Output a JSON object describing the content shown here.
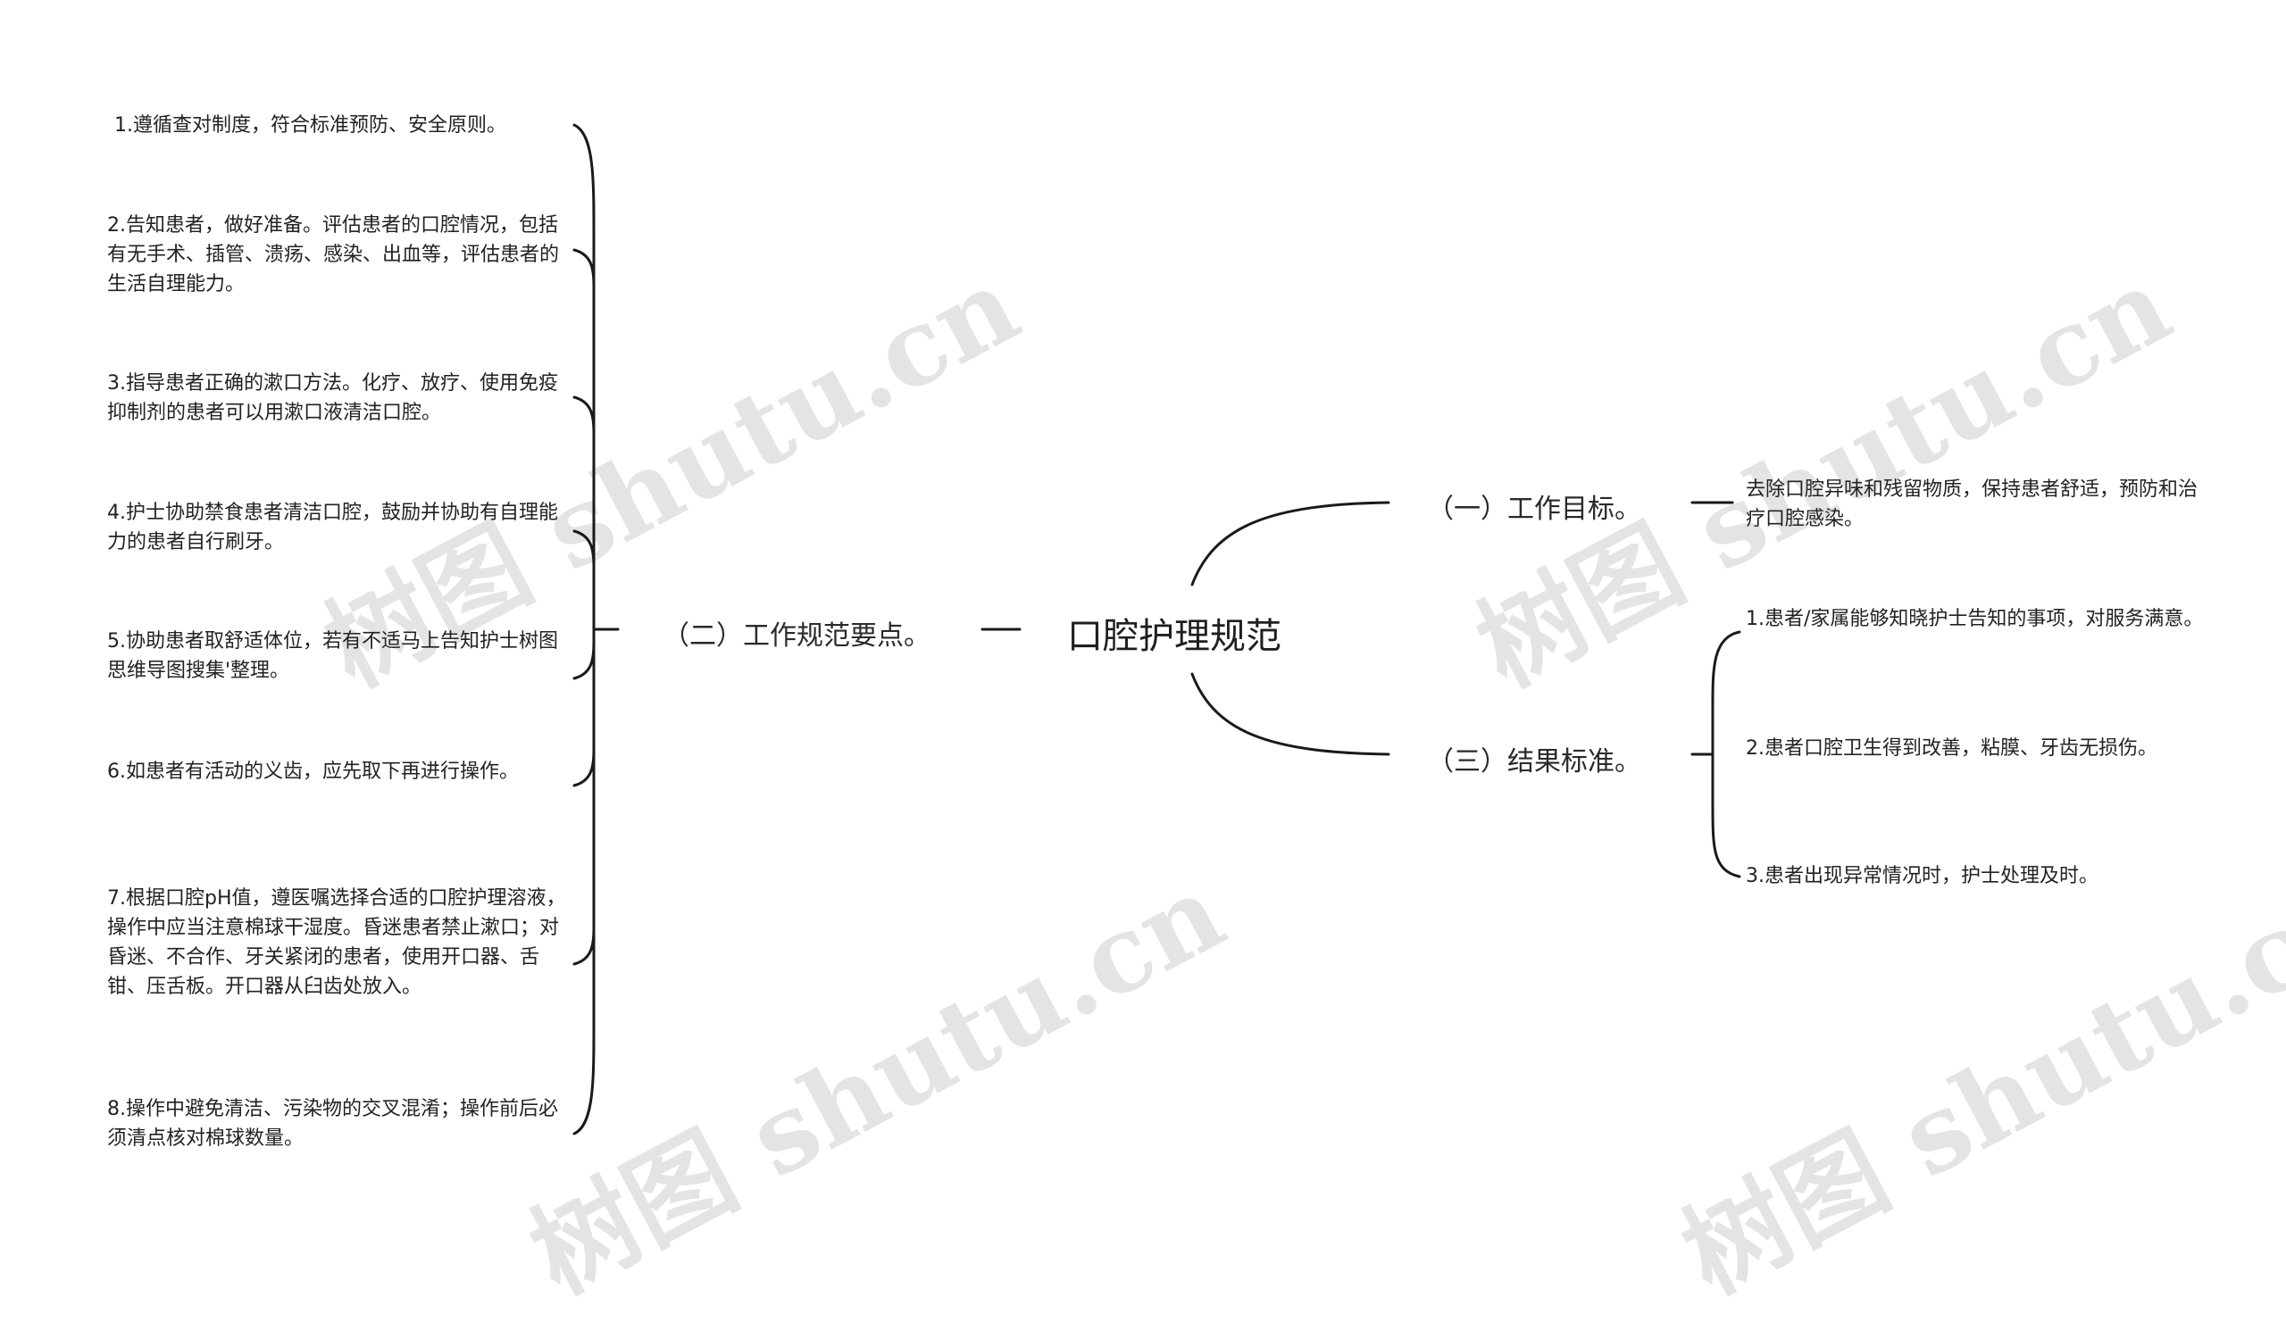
{
  "root": {
    "label": "口腔护理规范"
  },
  "branches": {
    "goal": {
      "label": "（一）工作目标。",
      "items": [
        "去除口腔异味和残留物质，保持患者舒适，预防和治疗口腔感染。"
      ]
    },
    "points": {
      "label": "（二）工作规范要点。",
      "items": [
        "1.遵循查对制度，符合标准预防、安全原则。",
        "2.告知患者，做好准备。评估患者的口腔情况，包括有无手术、插管、溃疡、感染、出血等，评估患者的生活自理能力。",
        "3.指导患者正确的漱口方法。化疗、放疗、使用免疫抑制剂的患者可以用漱口液清洁口腔。",
        "4.护士协助禁食患者清洁口腔，鼓励并协助有自理能力的患者自行刷牙。",
        "5.协助患者取舒适体位，若有不适马上告知护士树图思维导图搜集'整理。",
        "6.如患者有活动的义齿，应先取下再进行操作。",
        "7.根据口腔pH值，遵医嘱选择合适的口腔护理溶液，操作中应当注意棉球干湿度。昏迷患者禁止漱口；对昏迷、不合作、牙关紧闭的患者，使用开口器、舌钳、压舌板。开口器从臼齿处放入。",
        "8.操作中避免清洁、污染物的交叉混淆；操作前后必须清点核对棉球数量。"
      ]
    },
    "result": {
      "label": "（三）结果标准。",
      "items": [
        "1.患者/家属能够知晓护士告知的事项，对服务满意。",
        "2.患者口腔卫生得到改善，粘膜、牙齿无损伤。",
        "3.患者出现异常情况时，护士处理及时。"
      ]
    }
  },
  "watermark": {
    "text": "树图 shutu.cn"
  },
  "colors": {
    "line": "#1a1a1a",
    "text": "#222222",
    "watermark": "#969696"
  }
}
